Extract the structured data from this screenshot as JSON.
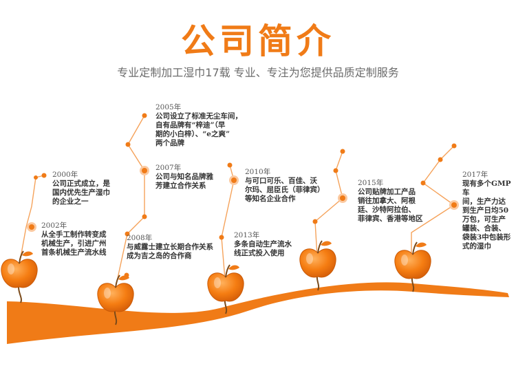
{
  "page": {
    "title": "公司简介",
    "subtitle": "专业定制加工湿巾17载 专业、专注为您提供品质定制服务"
  },
  "colors": {
    "accent": "#f07b17",
    "ground": "#f07b17",
    "text": "#333333"
  },
  "icons": [
    "apple-icon",
    "timeline-dot-icon"
  ],
  "events": [
    {
      "year": "2000年",
      "text": "公司正式成立，是\n国内优先生产湿巾\n的企业之一"
    },
    {
      "year": "2002年",
      "text": "从全手工制作转变成\n机械生产，引进广州\n首条机械生产流水线"
    },
    {
      "year": "2005年",
      "text": "公司设立了标准无尘车间，\n自有品牌有“梓迪”（早\n期的小白梓）、“e之爽”\n两个品牌"
    },
    {
      "year": "2007年",
      "text": "公司与知名品牌雅\n芳建立合作关系"
    },
    {
      "year": "2008年",
      "text": "与威露士建立长期合作关系\n成为吉之岛的合作商"
    },
    {
      "year": "2010年",
      "text": "与可口可乐、百佳、沃\n尔玛、屈臣氏（菲律宾）\n等知名企业合作"
    },
    {
      "year": "2013年",
      "text": "多条自动生产流水\n线正式投入使用"
    },
    {
      "year": "2015年",
      "text": "公司贴牌加工产品\n销往加拿大、阿根\n廷、沙特阿拉伯、\n菲律宾、香港等地区"
    },
    {
      "year": "2017年",
      "text": "现有多个GMP车\n间，生产力达\n到生产日均50\n万包，可生产\n罐装、合装、\n袋装3中包装形\n式的湿巾"
    }
  ]
}
